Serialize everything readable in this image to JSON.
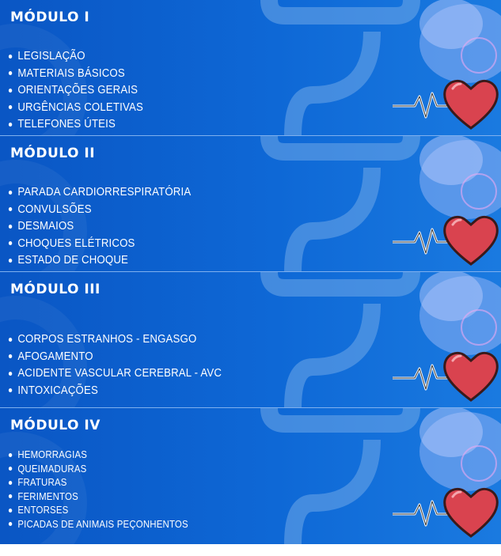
{
  "modules": [
    {
      "title": "MÓDULO I",
      "items": [
        "LEGISLAÇÃO",
        "MATERIAIS BÁSICOS",
        "ORIENTAÇÕES GERAIS",
        "URGÊNCIAS COLETIVAS",
        "TELEFONES ÚTEIS"
      ]
    },
    {
      "title": "MÓDULO II",
      "items": [
        "PARADA CARDIORRESPIRATÓRIA",
        "CONVULSÕES",
        "DESMAIOS",
        "CHOQUES ELÉTRICOS",
        "ESTADO DE CHOQUE"
      ]
    },
    {
      "title": "MÓDULO III",
      "items": [
        "CORPOS ESTRANHOS - ENGASGO",
        "AFOGAMENTO",
        "ACIDENTE VASCULAR CEREBRAL - AVC",
        "INTOXICAÇÕES"
      ]
    },
    {
      "title": "MÓDULO IV",
      "items": [
        "HEMORRAGIAS",
        "QUEIMADURAS",
        "FRATURAS",
        "FERIMENTOS",
        "ENTORSES",
        "PICADAS DE ANIMAIS PEÇONHENTOS"
      ]
    }
  ],
  "colors": {
    "background": "#0e68d6",
    "heart": "#d9434f",
    "heart_outline": "#3a1a1a",
    "pipe": "#6fa8e8"
  }
}
